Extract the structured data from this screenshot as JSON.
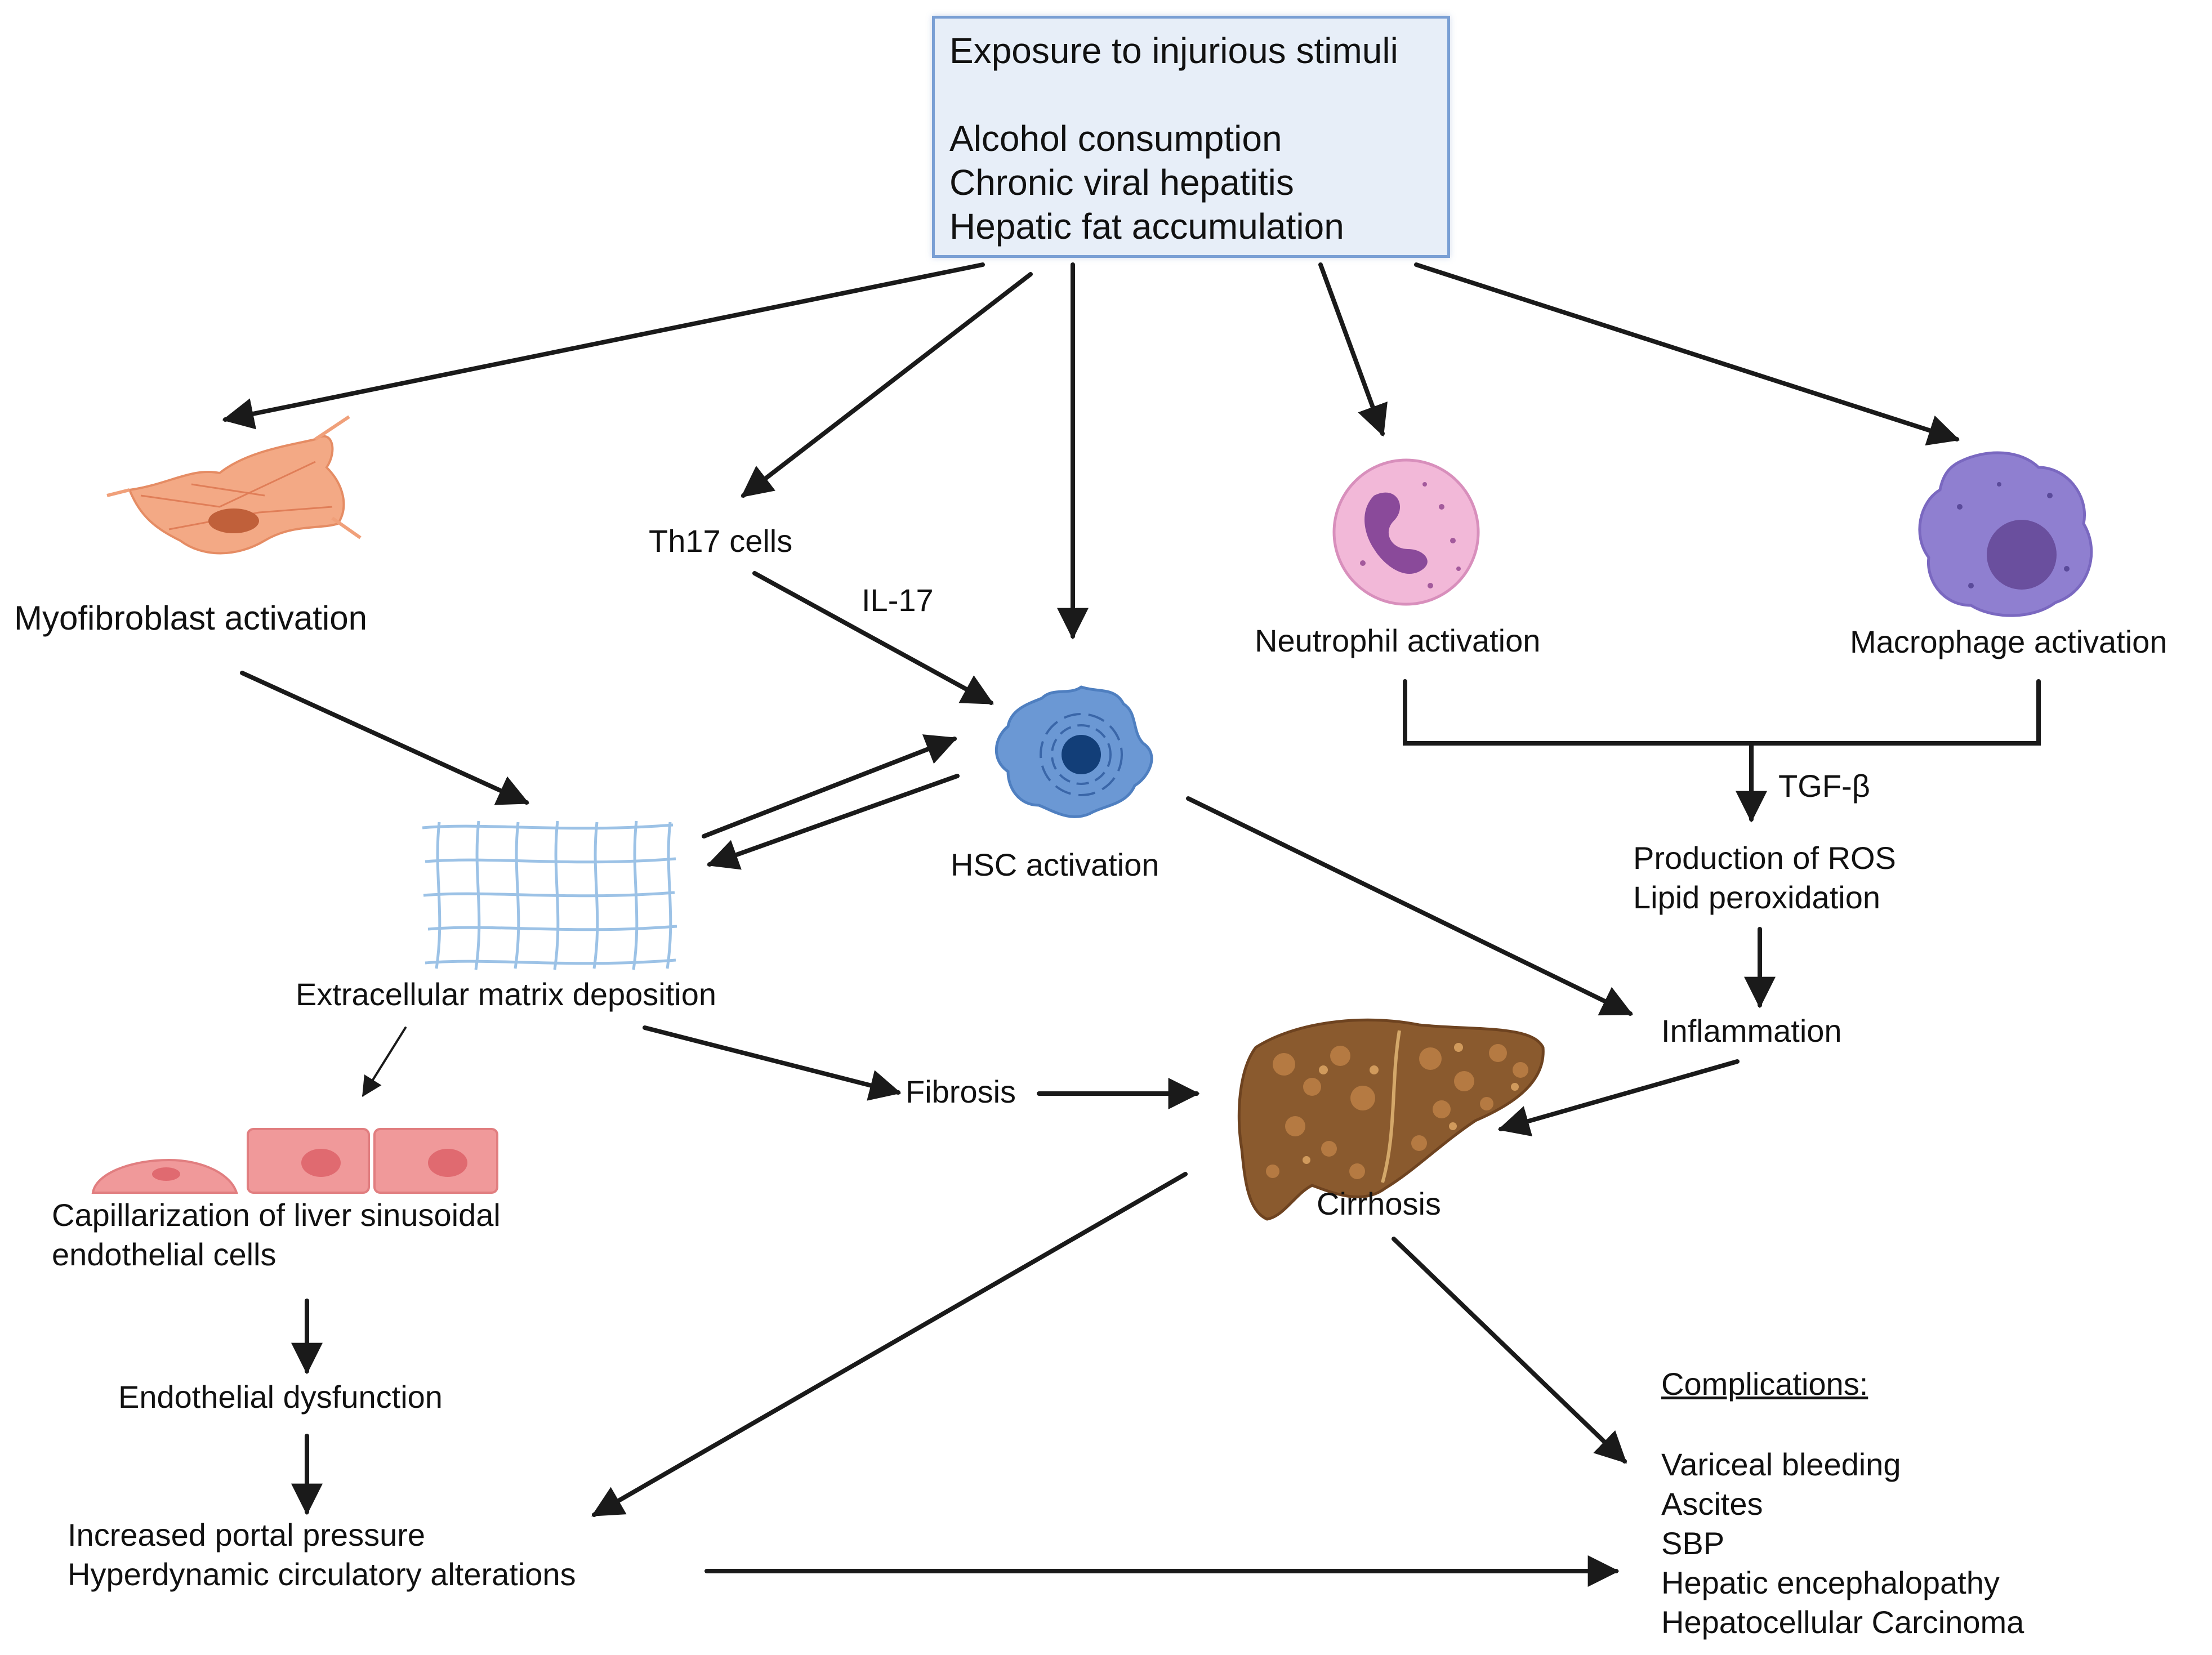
{
  "stimuli": {
    "title": "Exposure to injurious stimuli",
    "items": [
      "Alcohol consumption",
      "Chronic viral hepatitis",
      "Hepatic fat accumulation"
    ]
  },
  "nodes": {
    "myofibroblast": "Myofibroblast activation",
    "th17": "Th17 cells",
    "il17": "IL-17",
    "neutrophil": "Neutrophil activation",
    "macrophage": "Macrophage activation",
    "hsc": "HSC activation",
    "ecm": "Extracellular matrix deposition",
    "tgf": "TGF-β",
    "ros": [
      "Production of ROS",
      "Lipid peroxidation"
    ],
    "inflammation": "Inflammation",
    "fibrosis": "Fibrosis",
    "cirrhosis": "Cirrhosis",
    "capillarization": [
      "Capillarization of liver sinusoidal",
      "endothelial cells"
    ],
    "endothelial": "Endothelial dysfunction",
    "portal": [
      "Increased portal pressure",
      "Hyperdynamic circulatory alterations"
    ]
  },
  "complications": {
    "title": "Complications:",
    "items": [
      "Variceal bleeding",
      "Ascites",
      "SBP",
      "Hepatic encephalopathy",
      "Hepatocellular Carcinoma"
    ]
  },
  "colors": {
    "box_fill": "#e7eef8",
    "box_border": "#7a9fd4",
    "arrow": "#1a1a1a",
    "myofibroblast": "#f0a07a",
    "neutrophil": "#f2b8d8",
    "macrophage": "#8f7fd0",
    "hsc": "#5b8ed1",
    "ecm_mesh": "#9cc2e6",
    "endothelial": "#f0999a",
    "liver": "#8a5a2e"
  }
}
